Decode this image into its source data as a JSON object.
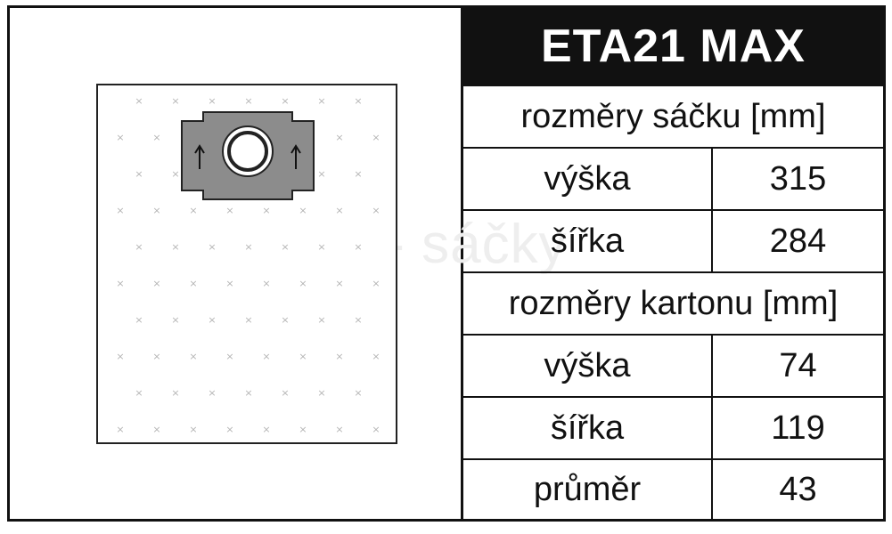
{
  "title": "ETA21 MAX",
  "watermark": "Jolly - sáčky",
  "bag_section": {
    "heading": "rozměry sáčku [mm]",
    "rows": [
      {
        "label": "výška",
        "value": "315"
      },
      {
        "label": "šířka",
        "value": "284"
      }
    ]
  },
  "carton_section": {
    "heading": "rozměry kartonu [mm]",
    "rows": [
      {
        "label": "výška",
        "value": "74"
      },
      {
        "label": "šířka",
        "value": "119"
      },
      {
        "label": "průměr",
        "value": "43"
      }
    ]
  },
  "colors": {
    "title_bg": "#111111",
    "title_text": "#ffffff",
    "collar": "#8c8c8c",
    "border": "#111111"
  },
  "icons": {
    "bag": "vacuum-bag-illustration",
    "collar": "cardboard-collar",
    "arrows": "up-arrow-icon"
  }
}
